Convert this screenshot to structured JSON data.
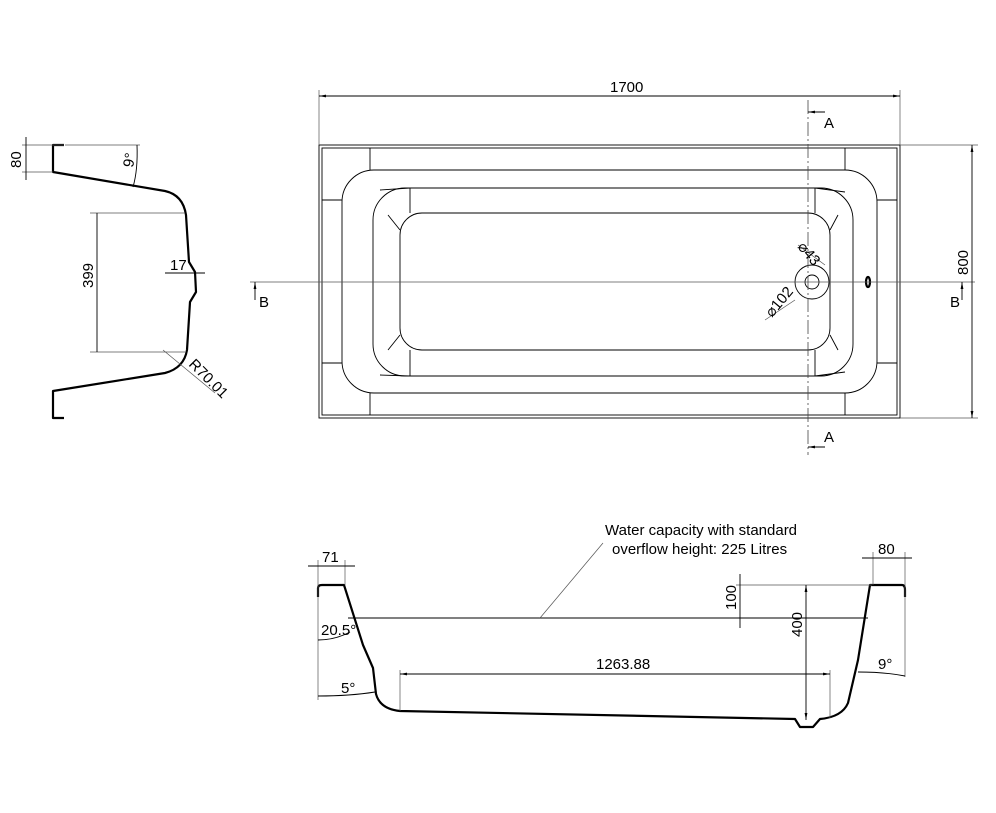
{
  "top_view": {
    "length": "1700",
    "width": "800",
    "drain_inner": "⌀43",
    "drain_outer": "⌀102",
    "section_a": "A",
    "section_b": "B"
  },
  "end_section": {
    "rim_height": "80",
    "angle": "9°",
    "floor_width": "399",
    "bump": "17",
    "radius": "R70.01"
  },
  "side_section": {
    "note_line1": "Water capacity with standard",
    "note_line2": "overflow height: 225 Litres",
    "left_rim": "71",
    "right_rim": "80",
    "overflow_depth": "100",
    "depth": "400",
    "floor_length": "1263.88",
    "left_angle_upper": "20.5°",
    "left_angle_lower": "5°",
    "right_angle": "9°"
  }
}
